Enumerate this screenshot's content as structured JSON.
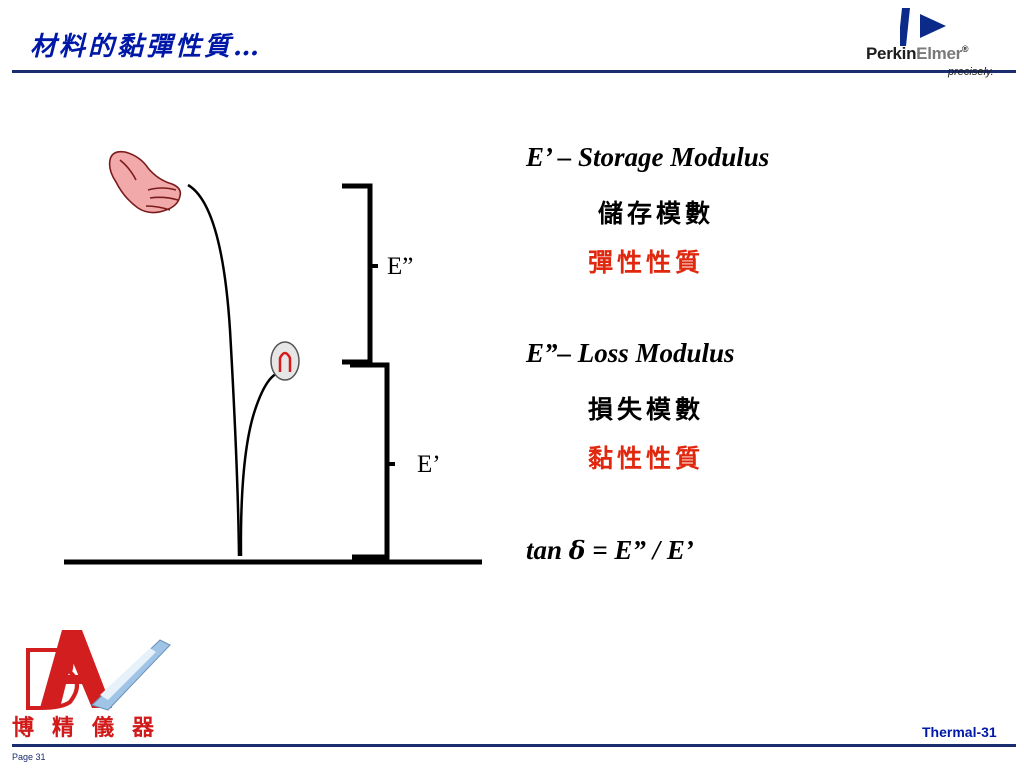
{
  "header": {
    "title": "材料的黏彈性質…",
    "logo": {
      "brand_part1": "Perkin",
      "brand_part2": "Elmer",
      "registered": "®",
      "tagline": "precisely."
    }
  },
  "figure": {
    "label_loss": "E”",
    "label_storage": "E’"
  },
  "definitions": {
    "storage_heading": "E’ – Storage Modulus",
    "storage_cn": "儲存模數",
    "storage_property": "彈性性質",
    "loss_heading": "E”– Loss Modulus",
    "loss_cn": "損失模數",
    "loss_property": "黏性性質",
    "formula_prefix": "tan ",
    "formula_delta": "δ",
    "formula_rest": " = E” / E’"
  },
  "footer": {
    "company_cn": "博精儀器",
    "slide_id": "Thermal-31",
    "page": "Page 31"
  },
  "colors": {
    "title_blue": "#0018a8",
    "rule_navy": "#1a2d6e",
    "property_red": "#e0280f",
    "company_red": "#d11a1a"
  },
  "icons": [
    "perkinelmer-logo-icon",
    "hand-icon",
    "ball-icon",
    "ab-company-logo-icon"
  ]
}
